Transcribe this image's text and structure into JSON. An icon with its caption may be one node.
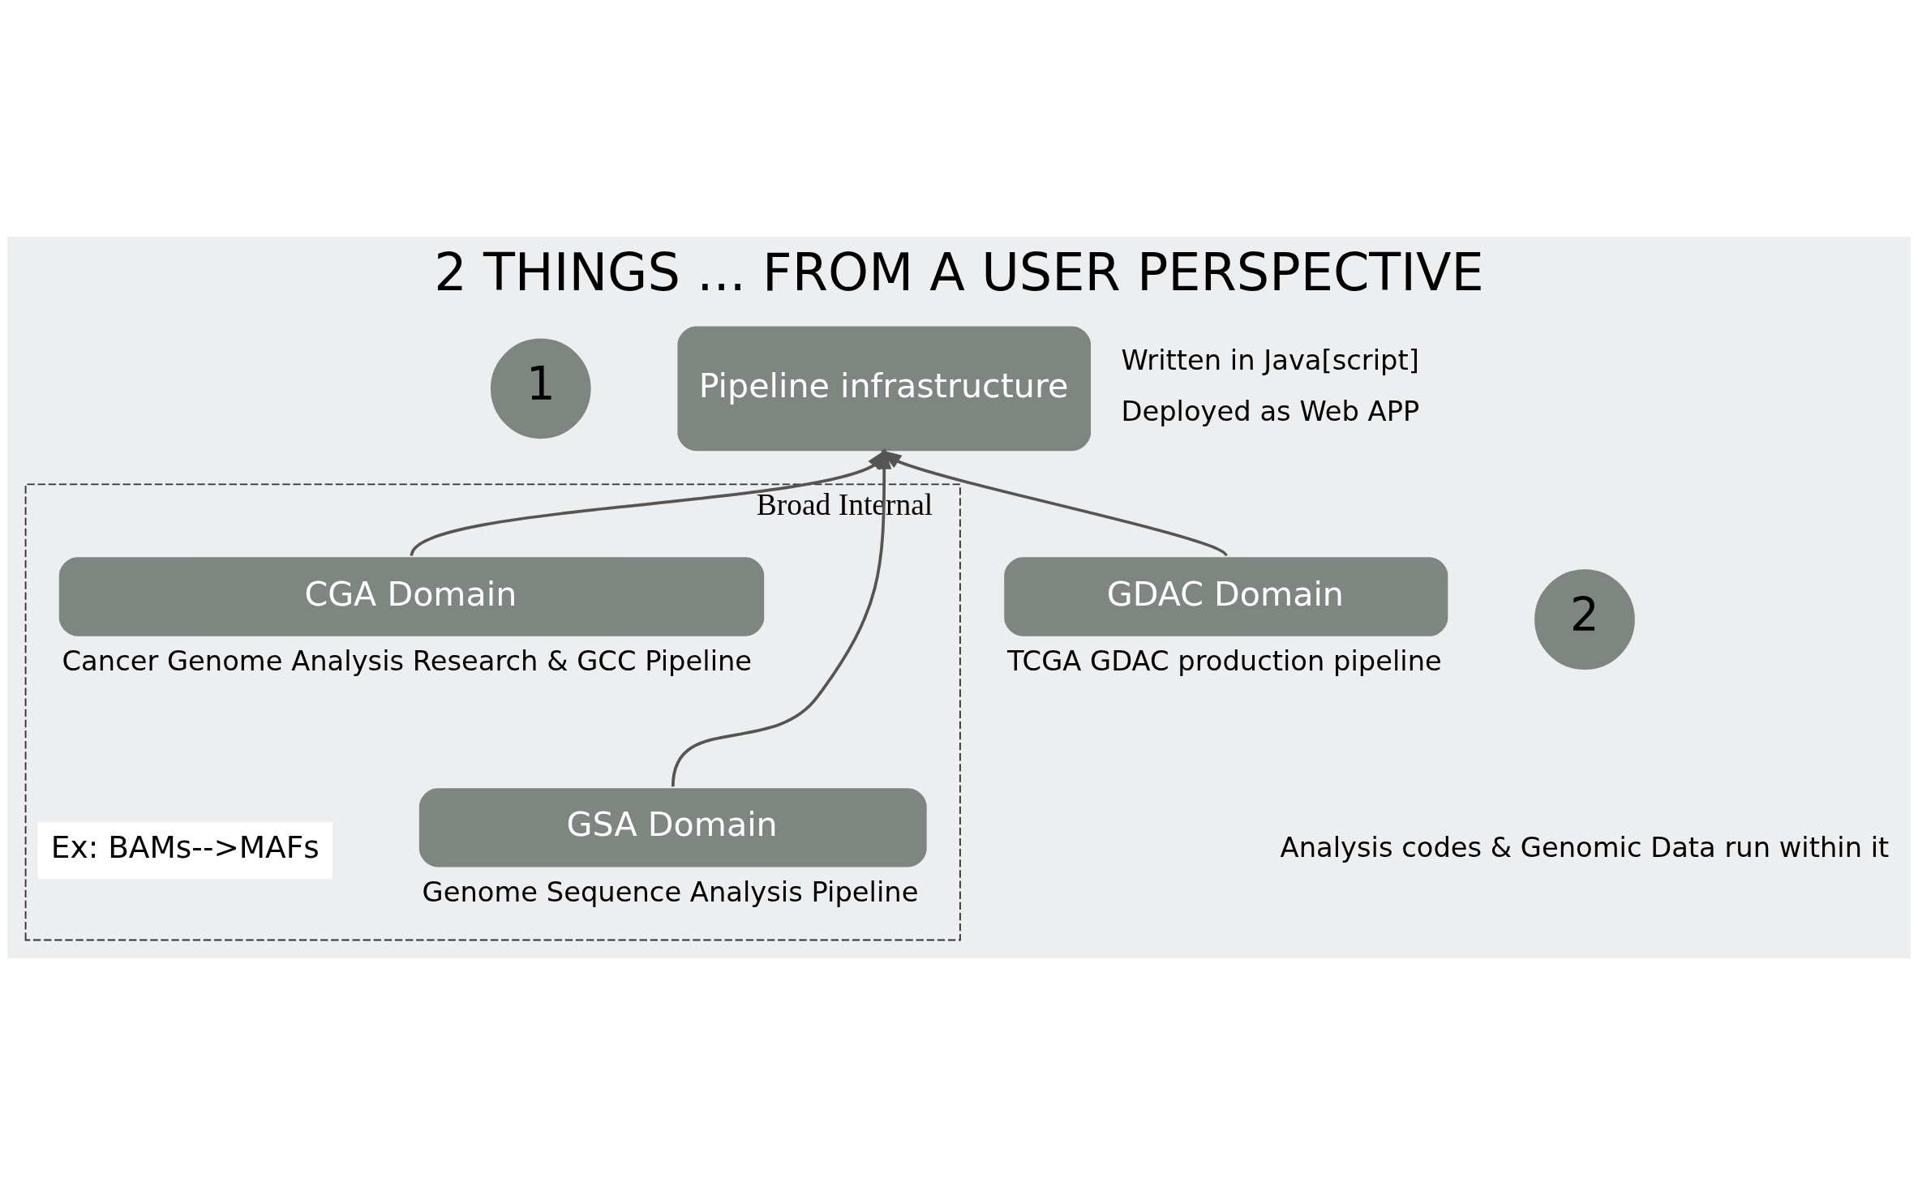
{
  "diagram": {
    "title": "2 THINGS ... FROM A USER PERSPECTIVE",
    "nodes": [
      {
        "text": [
          "1"
        ]
      },
      {
        "text": [
          "Pipeline infrastructure"
        ],
        "beside": [
          "Written in Java[script]",
          "Deployed as Web APP"
        ]
      },
      {
        "text": [
          "Broad Internal"
        ]
      },
      {
        "text": [
          "GDAC Domain"
        ],
        "beside": [
          "TCGA GDAC production pipeline"
        ]
      },
      {
        "text": [
          "CGA Domain"
        ],
        "in": 2,
        "beside": [
          "Cancer Genome Analysis Research & GCC Pipeline"
        ]
      },
      {
        "text": [
          "GSA Domain"
        ],
        "in": 2,
        "beside": [
          "Genome Sequence Analysis Pipeline"
        ]
      },
      {
        "text": [
          "2"
        ]
      },
      {
        "text": [
          "Ex: BAMs-->MAFs"
        ],
        "in": 2
      }
    ],
    "edges": [
      {
        "from": 3,
        "to": 1,
        "arrow": "to"
      },
      {
        "from": 4,
        "to": 1,
        "arrow": "to"
      },
      {
        "from": 5,
        "to": 1,
        "arrow": "to"
      }
    ],
    "labels": [
      "Analysis codes & Genomic Data run within it"
    ]
  }
}
